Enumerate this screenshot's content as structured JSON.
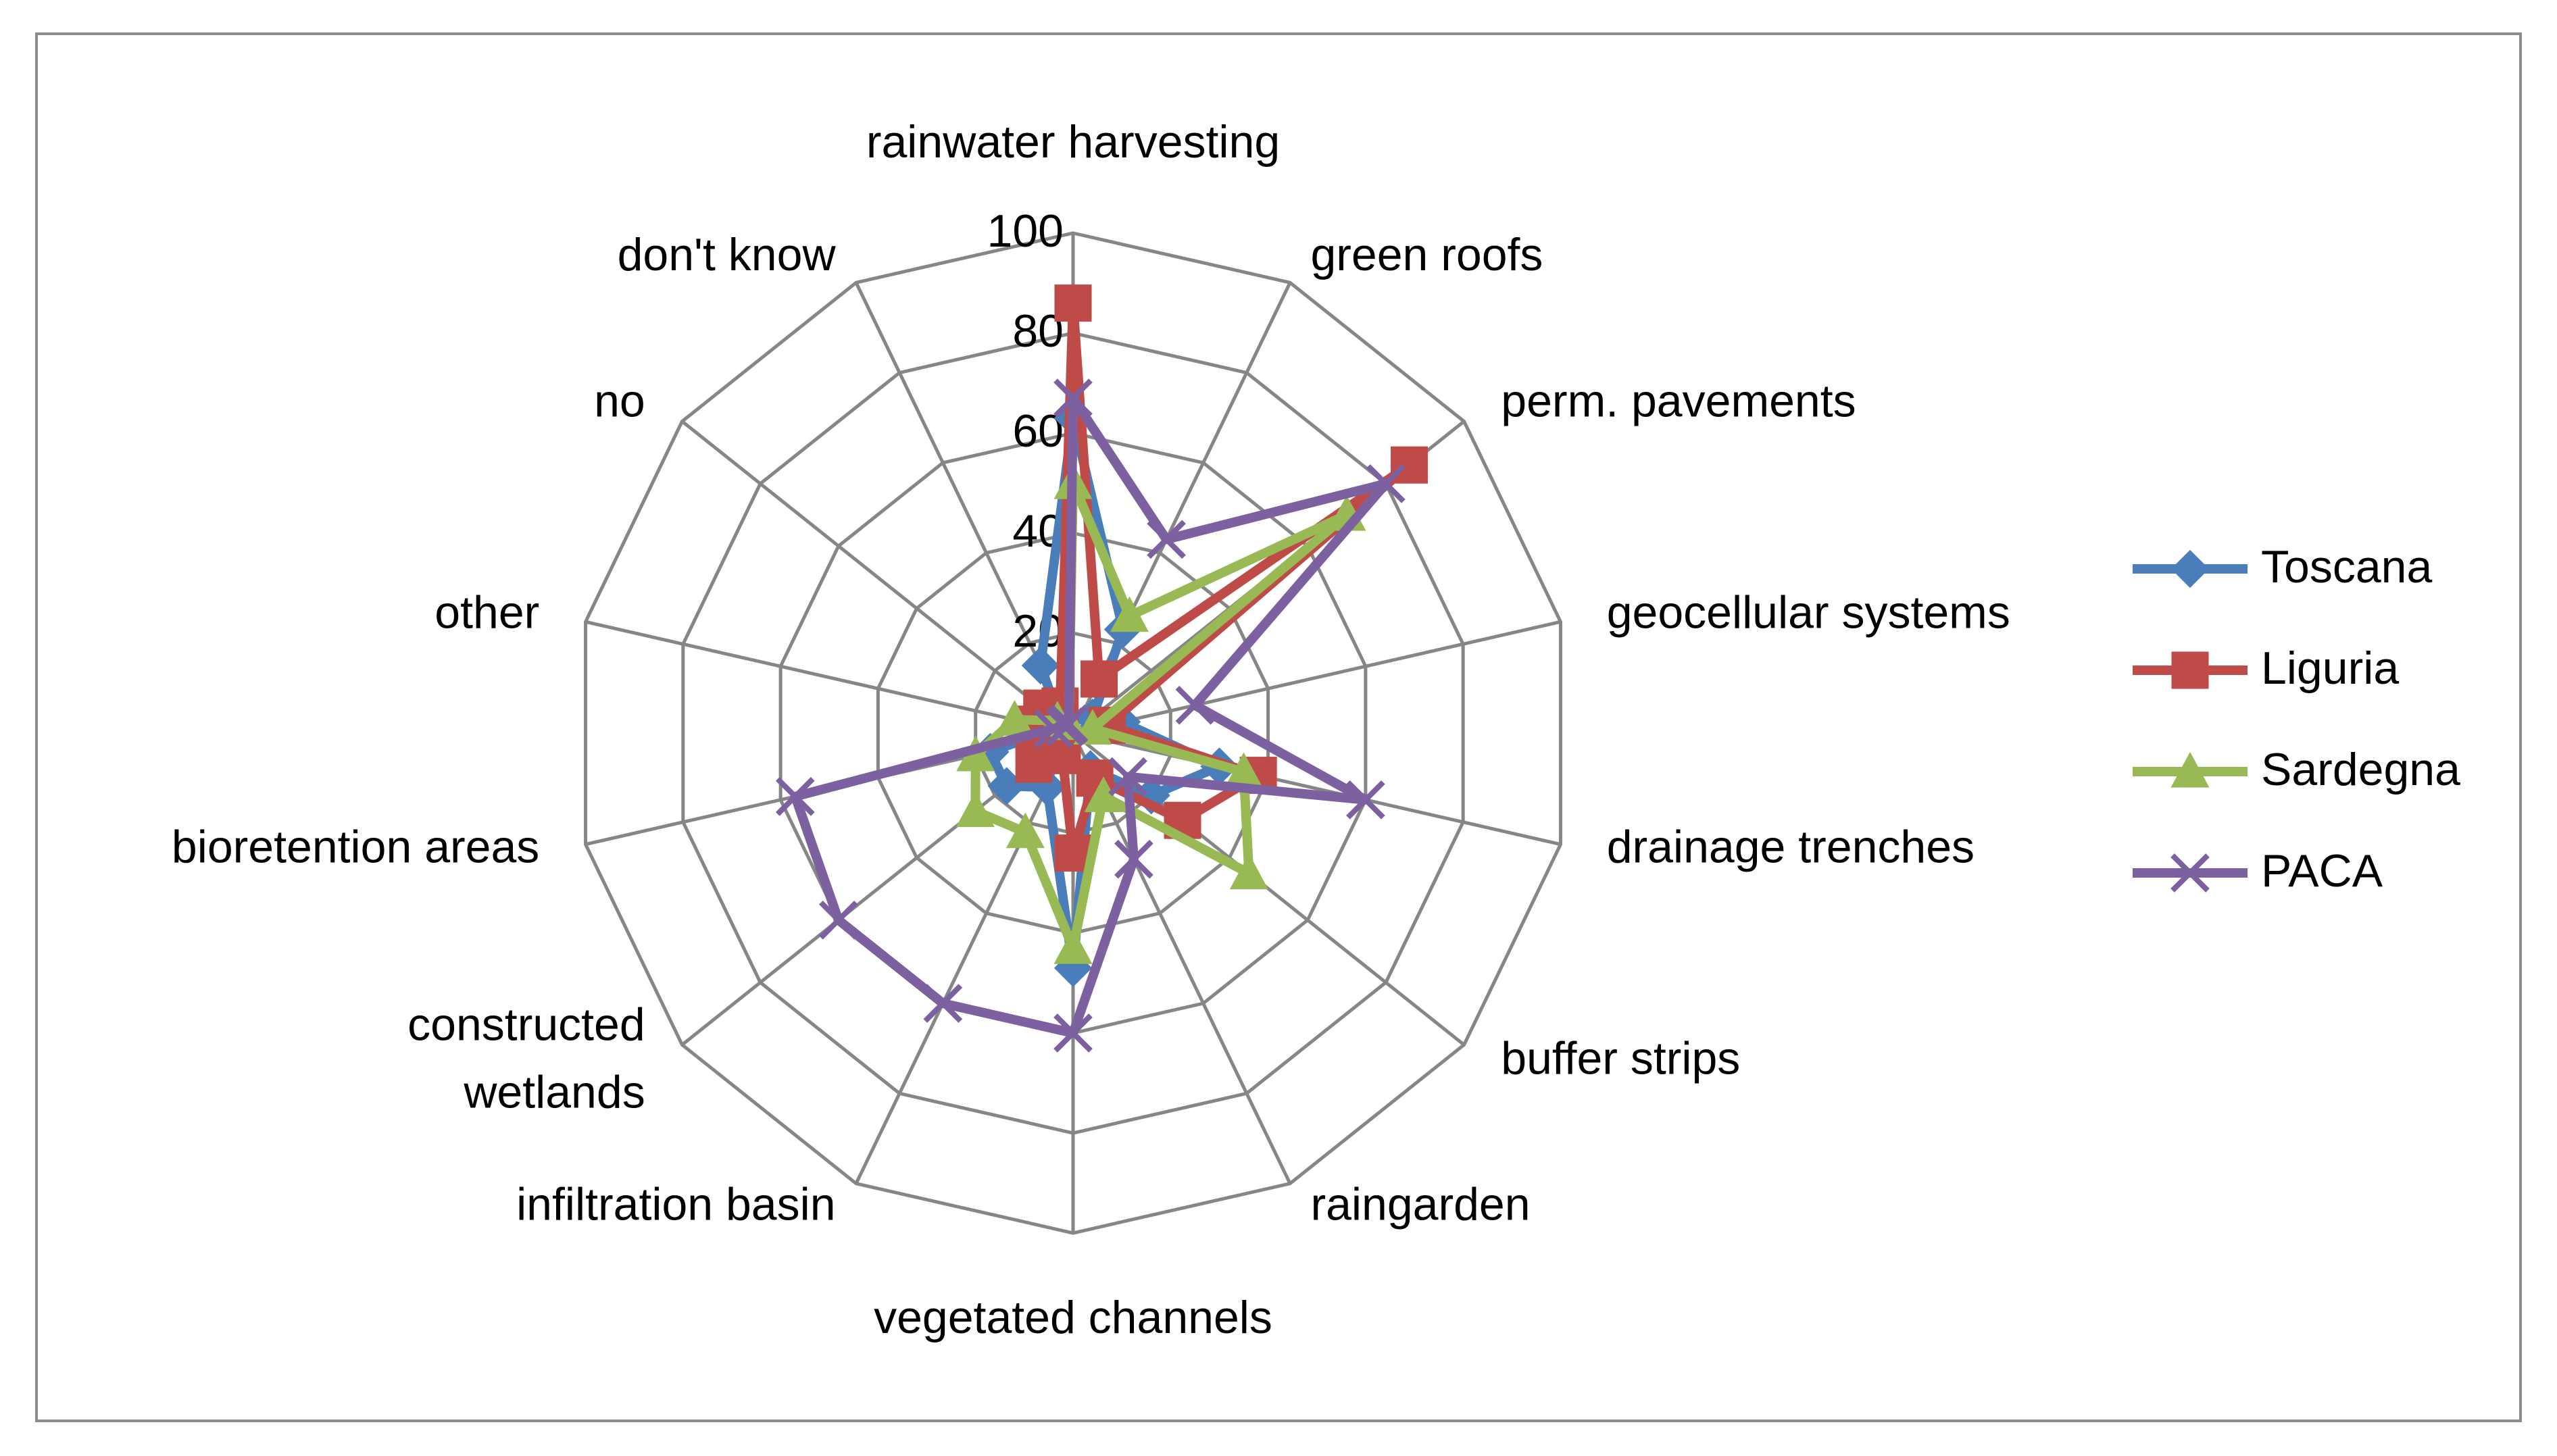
{
  "chart_data": {
    "type": "radar",
    "categories": [
      "rainwater harvesting",
      "green roofs",
      "perm. pavements",
      "geocellular systems",
      "drainage trenches",
      "buffer strips",
      "raingarden",
      "vegetated channels",
      "infiltration basin",
      "constructed wetlands",
      "bioretention areas",
      "other",
      "no",
      "don't know"
    ],
    "category_lines": [
      [
        "rainwater harvesting"
      ],
      [
        "green roofs"
      ],
      [
        "perm. pavements"
      ],
      [
        "geocellular systems"
      ],
      [
        "drainage trenches"
      ],
      [
        "buffer strips"
      ],
      [
        "raingarden"
      ],
      [
        "vegetated channels"
      ],
      [
        "infiltration basin"
      ],
      [
        "constructed",
        "wetlands"
      ],
      [
        "bioretention areas"
      ],
      [
        "other"
      ],
      [
        "no"
      ],
      [
        "don't know"
      ]
    ],
    "rmin": 0,
    "rmax": 100,
    "ticks": [
      0,
      20,
      40,
      60,
      80,
      100
    ],
    "grid": true,
    "legend_position": "right",
    "series": [
      {
        "name": "Toscana",
        "color": "#4a7ebb",
        "marker": "diamond",
        "values": [
          63,
          23,
          5,
          10,
          30,
          20,
          8,
          47,
          12,
          17,
          17,
          4,
          3,
          15
        ]
      },
      {
        "name": "Liguria",
        "color": "#be4b48",
        "marker": "square",
        "values": [
          86,
          12,
          86,
          7,
          38,
          28,
          10,
          24,
          5,
          10,
          8,
          8,
          8,
          6
        ]
      },
      {
        "name": "Sardegna",
        "color": "#98b954",
        "marker": "triangle",
        "values": [
          50,
          26,
          70,
          4,
          35,
          45,
          14,
          43,
          22,
          25,
          20,
          12,
          4,
          2
        ]
      },
      {
        "name": "PACA",
        "color": "#7d60a0",
        "marker": "x",
        "values": [
          67,
          43,
          80,
          25,
          60,
          14,
          28,
          60,
          60,
          60,
          57,
          4,
          2,
          2
        ]
      }
    ]
  }
}
